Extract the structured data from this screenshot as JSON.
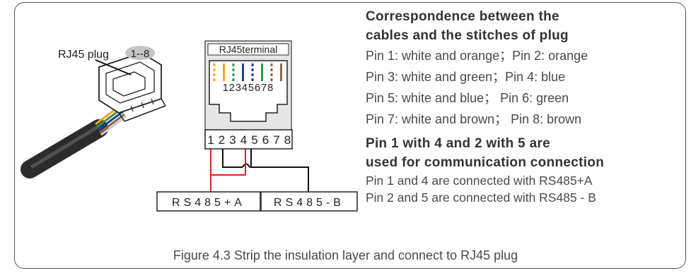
{
  "plug": {
    "label": "RJ45 plug",
    "pin_range": "1--8"
  },
  "terminal": {
    "label": "RJ45terminal",
    "pins": "12345678",
    "wire_colors": [
      "#f5a623",
      "#f5a623",
      "#2e9d48",
      "#1f3fa8",
      "#1f3fa8",
      "#2e9d48",
      "#8a6a44",
      "#8a6a44"
    ]
  },
  "connector": {
    "pins": [
      "1",
      "2",
      "3",
      "4",
      "5",
      "6",
      "7",
      "8"
    ]
  },
  "rs485a": "RS485+A",
  "rs485b": "RS485-B",
  "colors": {
    "red_wire": "#e02020",
    "black_wire": "#111111",
    "terminal_bg": "#e6e6e6"
  },
  "panel": {
    "heading1": "Correspondence between the",
    "heading2": "cables and the stitches of plug",
    "pins": [
      "Pin 1: white and orange；Pin 2: orange",
      "Pin 3: white and green；Pin 4: blue",
      "Pin 5: white and blue；  Pin 6: green",
      "Pin 7: white and brown；  Pin 8: brown"
    ],
    "heading3": "Pin 1 with 4 and 2 with 5 are",
    "heading4": "used for communication connection",
    "comm1": "Pin 1 and 4 are connected with RS485+A",
    "comm2": "Pin 2 and 5 are connected with RS485 - B"
  },
  "caption": "Figure 4.3 Strip the insulation layer and connect to RJ45 plug"
}
